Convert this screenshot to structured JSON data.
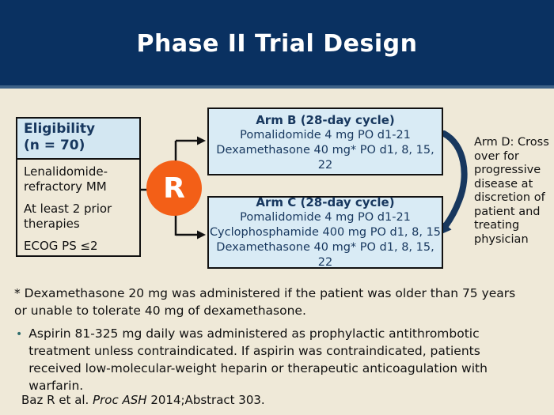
{
  "slide": {
    "title": "Phase II Trial Design"
  },
  "eligibility": {
    "title": "Eligibility\n(n = 70)",
    "items": [
      "Lenalidomide-refractory MM",
      "At least 2 prior therapies",
      "ECOG PS ≤2"
    ]
  },
  "randomization": {
    "label": "R"
  },
  "arm_b": {
    "title": "Arm B (28-day cycle)",
    "lines": [
      "Pomalidomide 4 mg PO d1-21",
      "Dexamethasone 40 mg* PO d1, 8, 15, 22"
    ]
  },
  "arm_c": {
    "title": "Arm C (28-day cycle)",
    "lines": [
      "Pomalidomide 4 mg PO d1-21",
      "Cyclophosphamide 400 mg PO d1, 8, 15",
      "Dexamethasone 40 mg* PO d1, 8, 15, 22"
    ]
  },
  "arm_d": {
    "text": "Arm D: Cross\nover for\nprogressive\ndisease at\ndiscretion of\npatient and\ntreating\nphysician"
  },
  "footnotes": {
    "asterisk_note": "* Dexamethasone 20 mg was administered if the patient was older than 75 years or unable to tolerate 40 mg of dexamethasone.",
    "bullet_glyph": "•",
    "bullet_note": "Aspirin 81-325 mg daily was administered as prophylactic antithrombotic treatment unless contraindicated. If aspirin was contraindicated, patients received low-molecular-weight heparin or therapeutic anticoagulation with warfarin."
  },
  "citation": {
    "prefix": "Baz R et al. ",
    "italic": "Proc ASH",
    "suffix": " 2014;Abstract 303."
  },
  "colors": {
    "header_navy": "#0a3161",
    "background_cream": "#efe9d8",
    "box_light_blue": "#d9ebf5",
    "navy_text": "#17375e",
    "orange_accent": "#f35f17",
    "bullet_teal": "#2f6d6d",
    "border_black": "#111111"
  }
}
